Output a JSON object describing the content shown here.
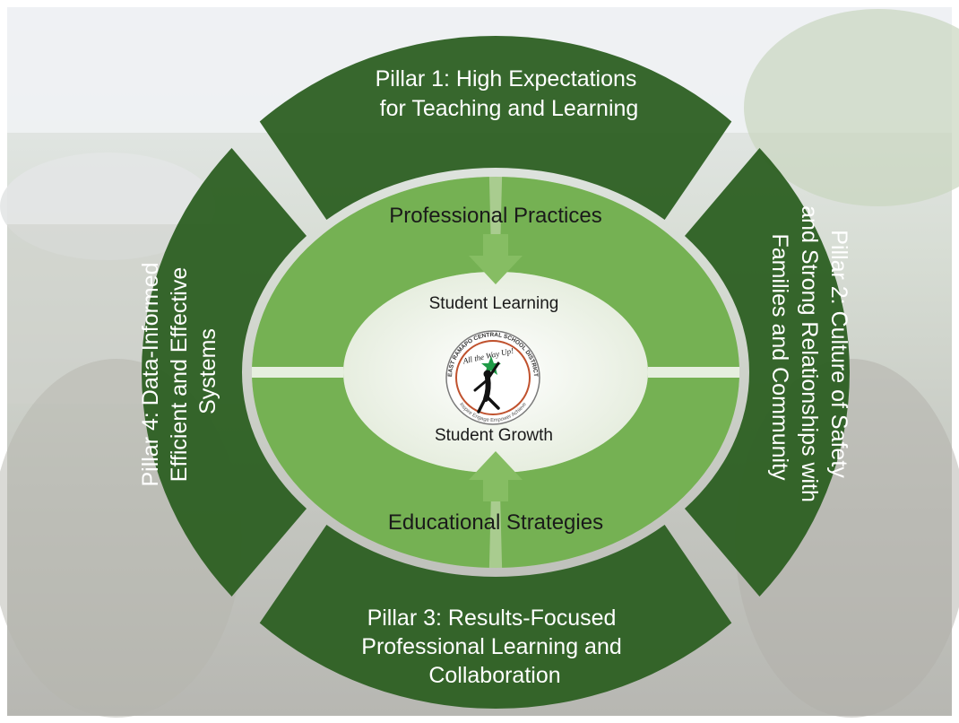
{
  "diagram": {
    "pillars": [
      {
        "id": "pillar-1",
        "lines": [
          "Pillar 1: High Expectations",
          "for Teaching and Learning"
        ]
      },
      {
        "id": "pillar-2",
        "lines": [
          "Pillar 2: Culture of Safety",
          "and Strong Relationships with",
          "Families and  Community"
        ]
      },
      {
        "id": "pillar-3",
        "lines": [
          "Pillar 3: Results-Focused",
          "Professional Learning and",
          "Collaboration"
        ]
      },
      {
        "id": "pillar-4",
        "lines": [
          "Pillar 4: Data-Informed",
          "Efficient and Effective",
          "Systems"
        ]
      }
    ],
    "top_label": "Professional Practices",
    "bottom_label": "Educational Strategies",
    "center_top": "Student Learning",
    "center_bottom": "Student Growth",
    "logo": {
      "ring_text": "EAST RAMAPO CENTRAL SCHOOL DISTRICT",
      "banner_text": "All the Way Up!",
      "bottom_text": "Inspire Engage Empower Achieve"
    }
  },
  "colors": {
    "pillar_green": "#2c5f22",
    "inner_green": "#6fae4c",
    "inner_light": "#a9cc8f",
    "center_fill": "#f4f6f1",
    "star": "#1f9b47",
    "logo_ring": "#c0522e"
  }
}
